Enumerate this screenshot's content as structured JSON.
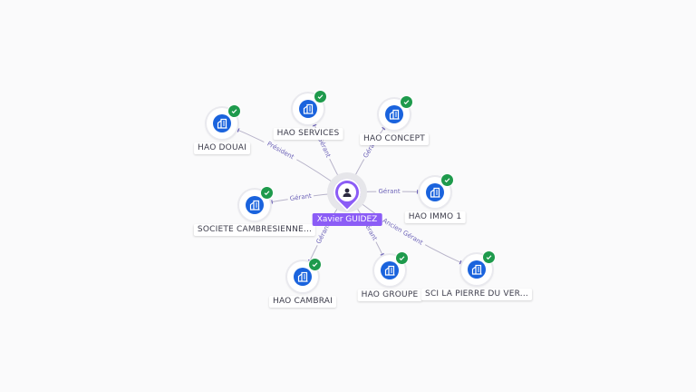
{
  "colors": {
    "edge": "#b7b3c9",
    "edge_label": "#6d63b8",
    "company_icon": "#1a63dd",
    "verified_badge": "#1e9a4c",
    "person_accent": "#8b5cf6"
  },
  "icons": {
    "company": "company-building-icon",
    "verified": "verified-check-icon",
    "person": "person-icon"
  },
  "person": {
    "name": "Xavier GUIDEZ"
  },
  "companies": [
    {
      "id": "hao-douai",
      "label": "HAO DOUAI"
    },
    {
      "id": "hao-services",
      "label": "HAO SERVICES"
    },
    {
      "id": "hao-concept",
      "label": "HAO CONCEPT"
    },
    {
      "id": "societe-cambresienne",
      "label": "SOCIETE CAMBRESIENNE..."
    },
    {
      "id": "hao-immo-1",
      "label": "HAO IMMO 1"
    },
    {
      "id": "hao-cambrai",
      "label": "HAO CAMBRAI"
    },
    {
      "id": "hao-groupe",
      "label": "HAO GROUPE"
    },
    {
      "id": "sci-la-pierre",
      "label": "SCI LA PIERRE DU VER..."
    }
  ],
  "relations": [
    {
      "to": "hao-douai",
      "label": "Président"
    },
    {
      "to": "hao-services",
      "label": "Gérant"
    },
    {
      "to": "hao-concept",
      "label": "Gérant"
    },
    {
      "to": "societe-cambresienne",
      "label": "Gérant"
    },
    {
      "to": "hao-immo-1",
      "label": "Gérant"
    },
    {
      "to": "hao-cambrai",
      "label": "Gérant"
    },
    {
      "to": "hao-groupe",
      "label": "Gérant"
    },
    {
      "to": "sci-la-pierre",
      "label": "Ancien Gérant"
    }
  ]
}
